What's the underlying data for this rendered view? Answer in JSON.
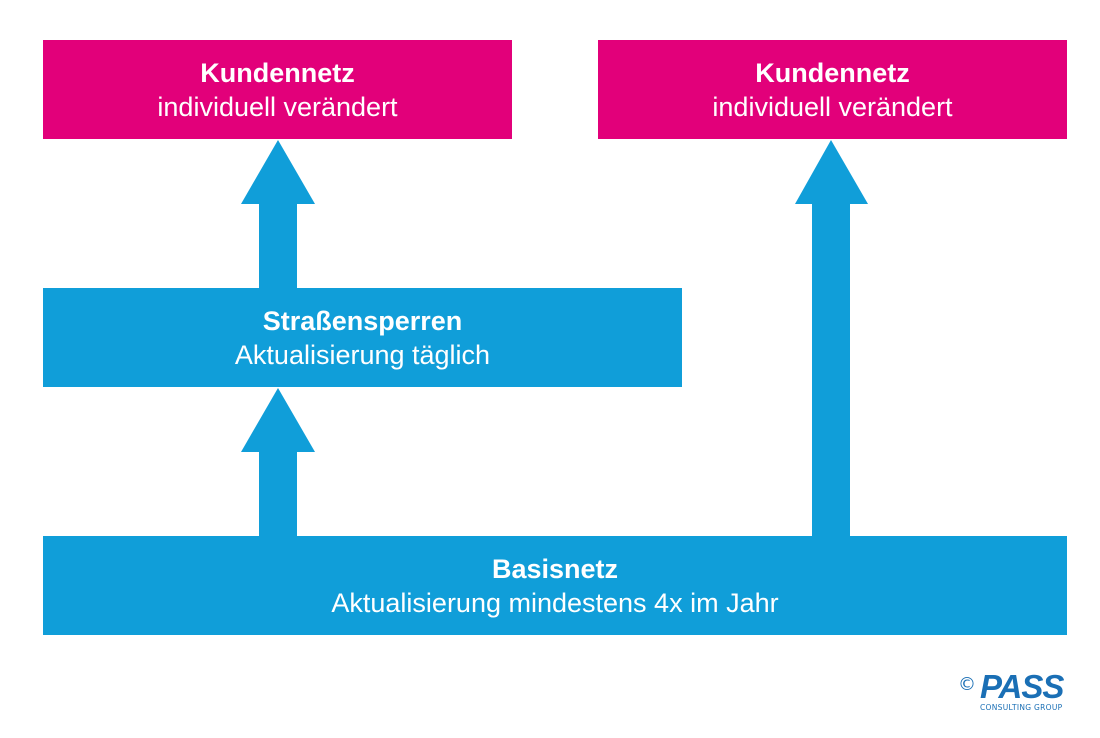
{
  "diagram": {
    "boxes": {
      "kunde_left": {
        "title": "Kundennetz",
        "subtitle": "individuell verändert",
        "color": "#e2007a"
      },
      "kunde_right": {
        "title": "Kundennetz",
        "subtitle": "individuell verändert",
        "color": "#e2007a"
      },
      "strassen": {
        "title": "Straßensperren",
        "subtitle": "Aktualisierung täglich",
        "color": "#109ed9"
      },
      "basis": {
        "title": "Basisnetz",
        "subtitle": "Aktualisierung mindestens 4x im Jahr",
        "color": "#109ed9"
      }
    },
    "arrows": [
      {
        "from": "basis",
        "to": "strassen"
      },
      {
        "from": "strassen",
        "to": "kunde_left"
      },
      {
        "from": "basis",
        "to": "kunde_right"
      }
    ]
  },
  "logo": {
    "copyright": "©",
    "name": "PASS",
    "tagline": "CONSULTING GROUP",
    "color": "#1a6fb5"
  }
}
